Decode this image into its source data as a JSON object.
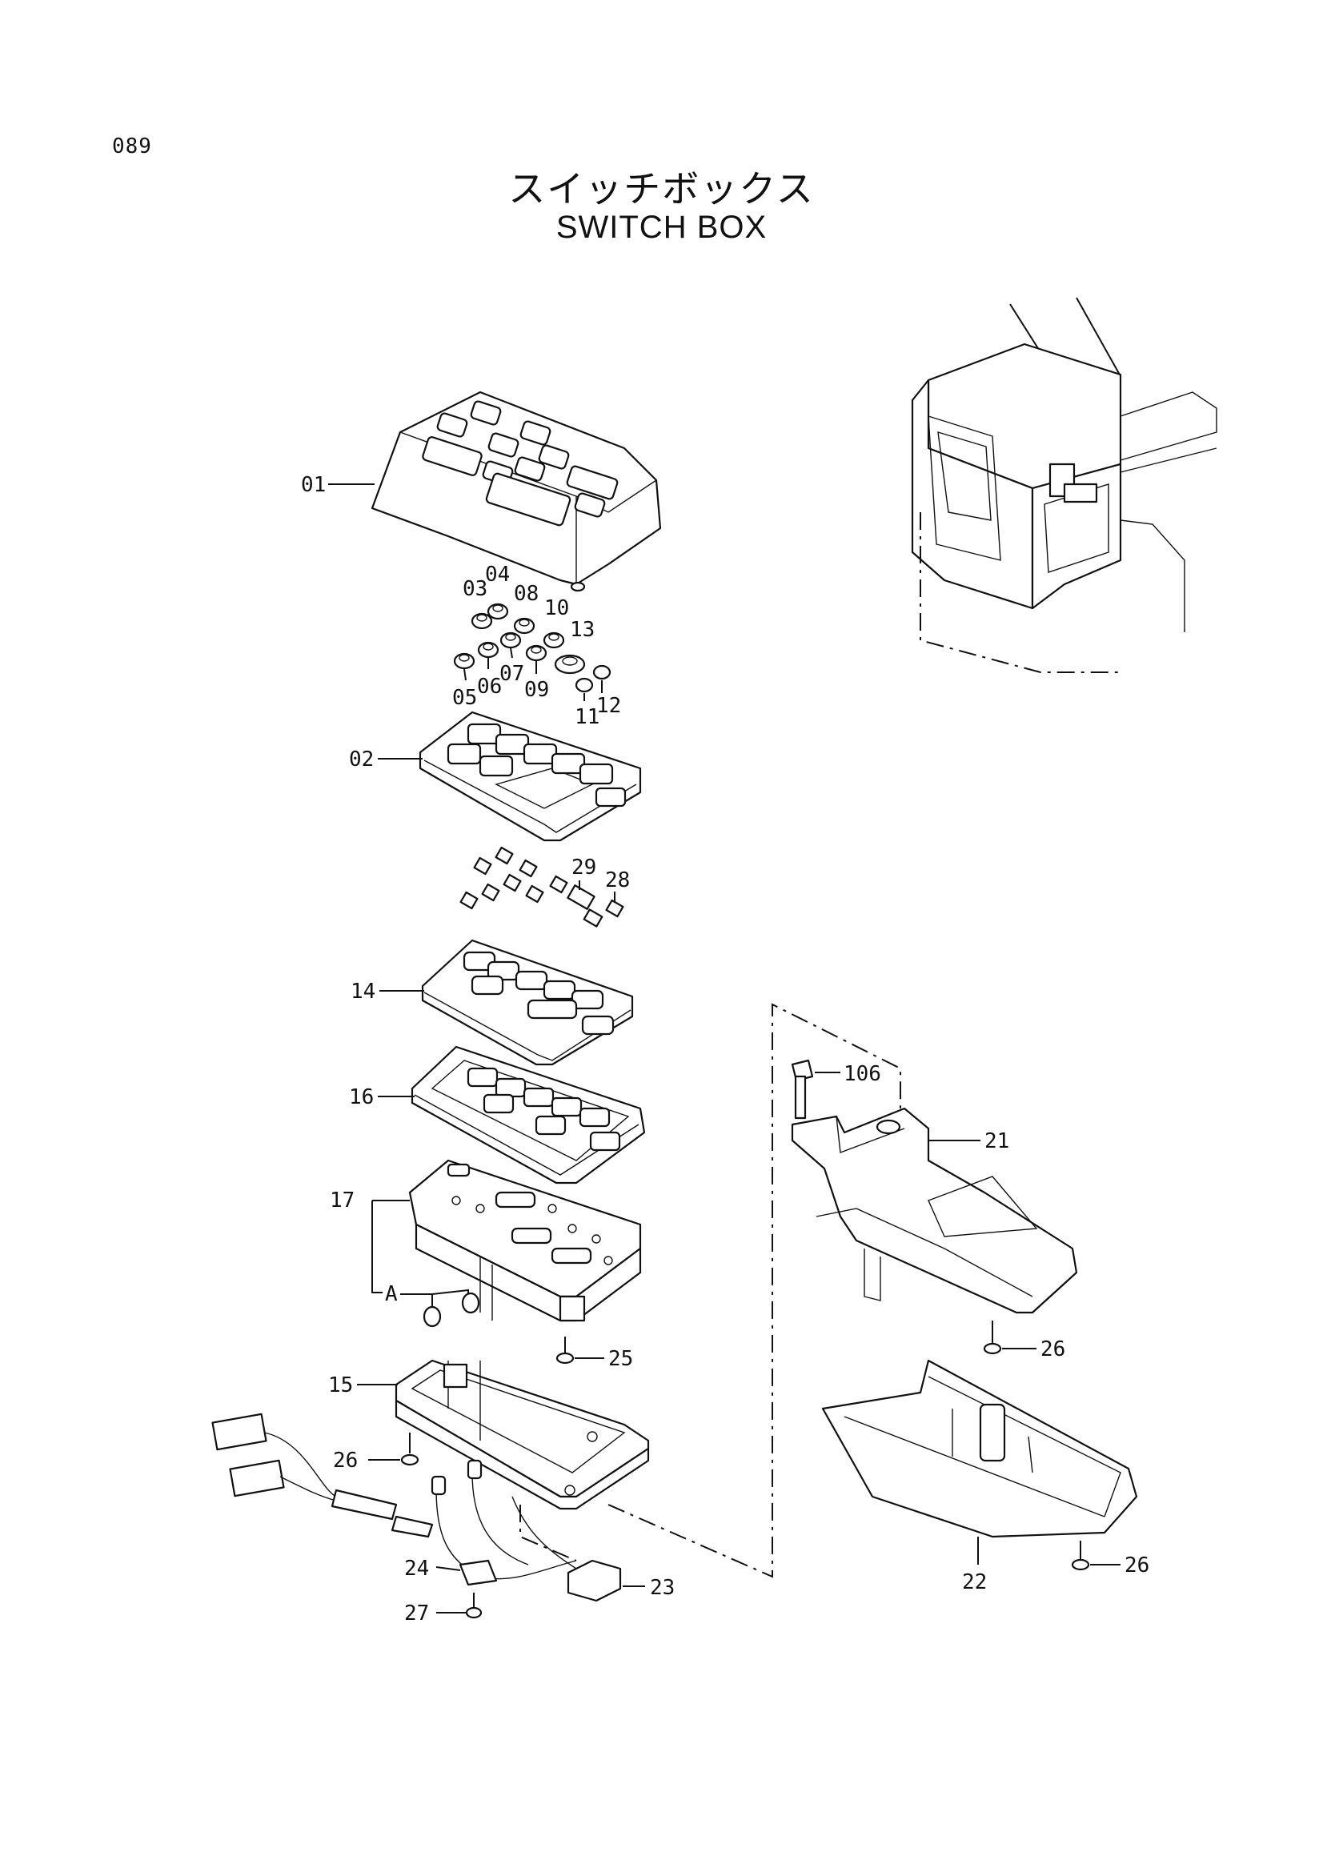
{
  "page_number": "089",
  "title_jp": "スイッチボックス",
  "title_en": "SWITCH BOX",
  "callouts": {
    "p01": "01",
    "p02": "02",
    "p03": "03",
    "p04": "04",
    "p05": "05",
    "p06": "06",
    "p07": "07",
    "p08": "08",
    "p09": "09",
    "p10": "10",
    "p11": "11",
    "p12": "12",
    "p13": "13",
    "p14": "14",
    "p15": "15",
    "p16": "16",
    "p17": "17",
    "p21": "21",
    "p22": "22",
    "p23": "23",
    "p24": "24",
    "p25": "25",
    "p26a": "26",
    "p26b": "26",
    "p26c": "26",
    "p27": "27",
    "p28": "28",
    "p29": "29",
    "p106": "106",
    "pA": "A"
  }
}
